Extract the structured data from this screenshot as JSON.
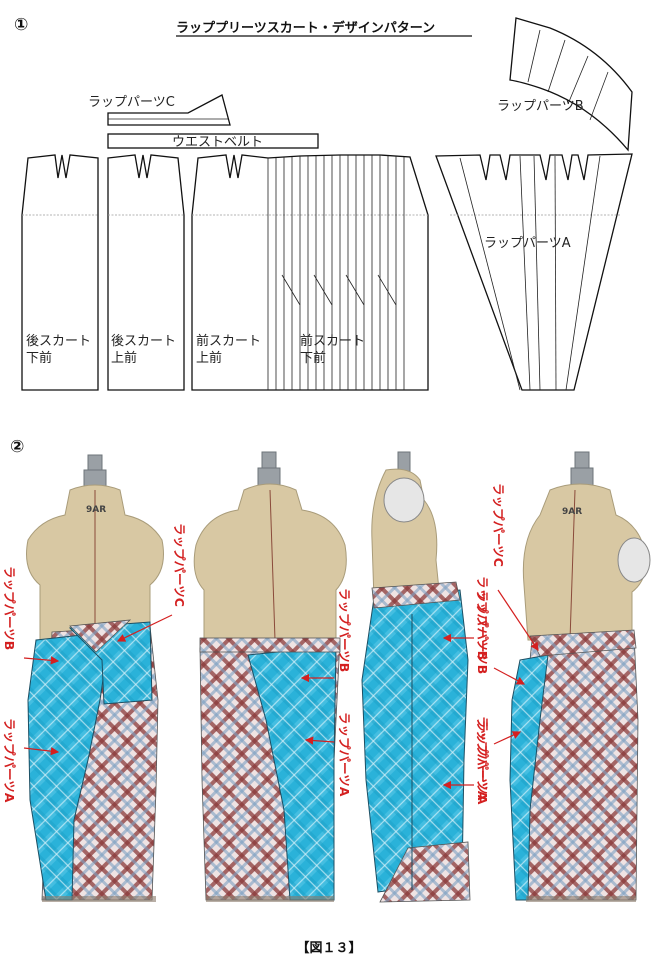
{
  "section1": {
    "marker": "①",
    "title": "ラッププリーツスカート・デザインパターン",
    "pieces": [
      {
        "label": "ラップパーツC"
      },
      {
        "label": "ウエストベルト"
      },
      {
        "label": "ラップパーツB"
      },
      {
        "label": "ラップパーツA"
      },
      {
        "label_line1": "後スカート",
        "label_line2": "下前"
      },
      {
        "label_line1": "後スカート",
        "label_line2": "上前"
      },
      {
        "label_line1": "前スカート",
        "label_line2": "上前"
      },
      {
        "label_line1": "前スカート",
        "label_line2": "下前"
      }
    ]
  },
  "section2": {
    "marker": "②",
    "form_label": "9AR",
    "callouts": {
      "c": "ラップパーツC",
      "b": "ラップパーツB",
      "a": "ラップパーツA"
    }
  },
  "caption": "【図１３】",
  "colors": {
    "cyan": "#2ab2d9",
    "plaid_light": "#efe3e3",
    "plaid_dark": "#8a3a3a",
    "callout_red": "#d42020"
  }
}
